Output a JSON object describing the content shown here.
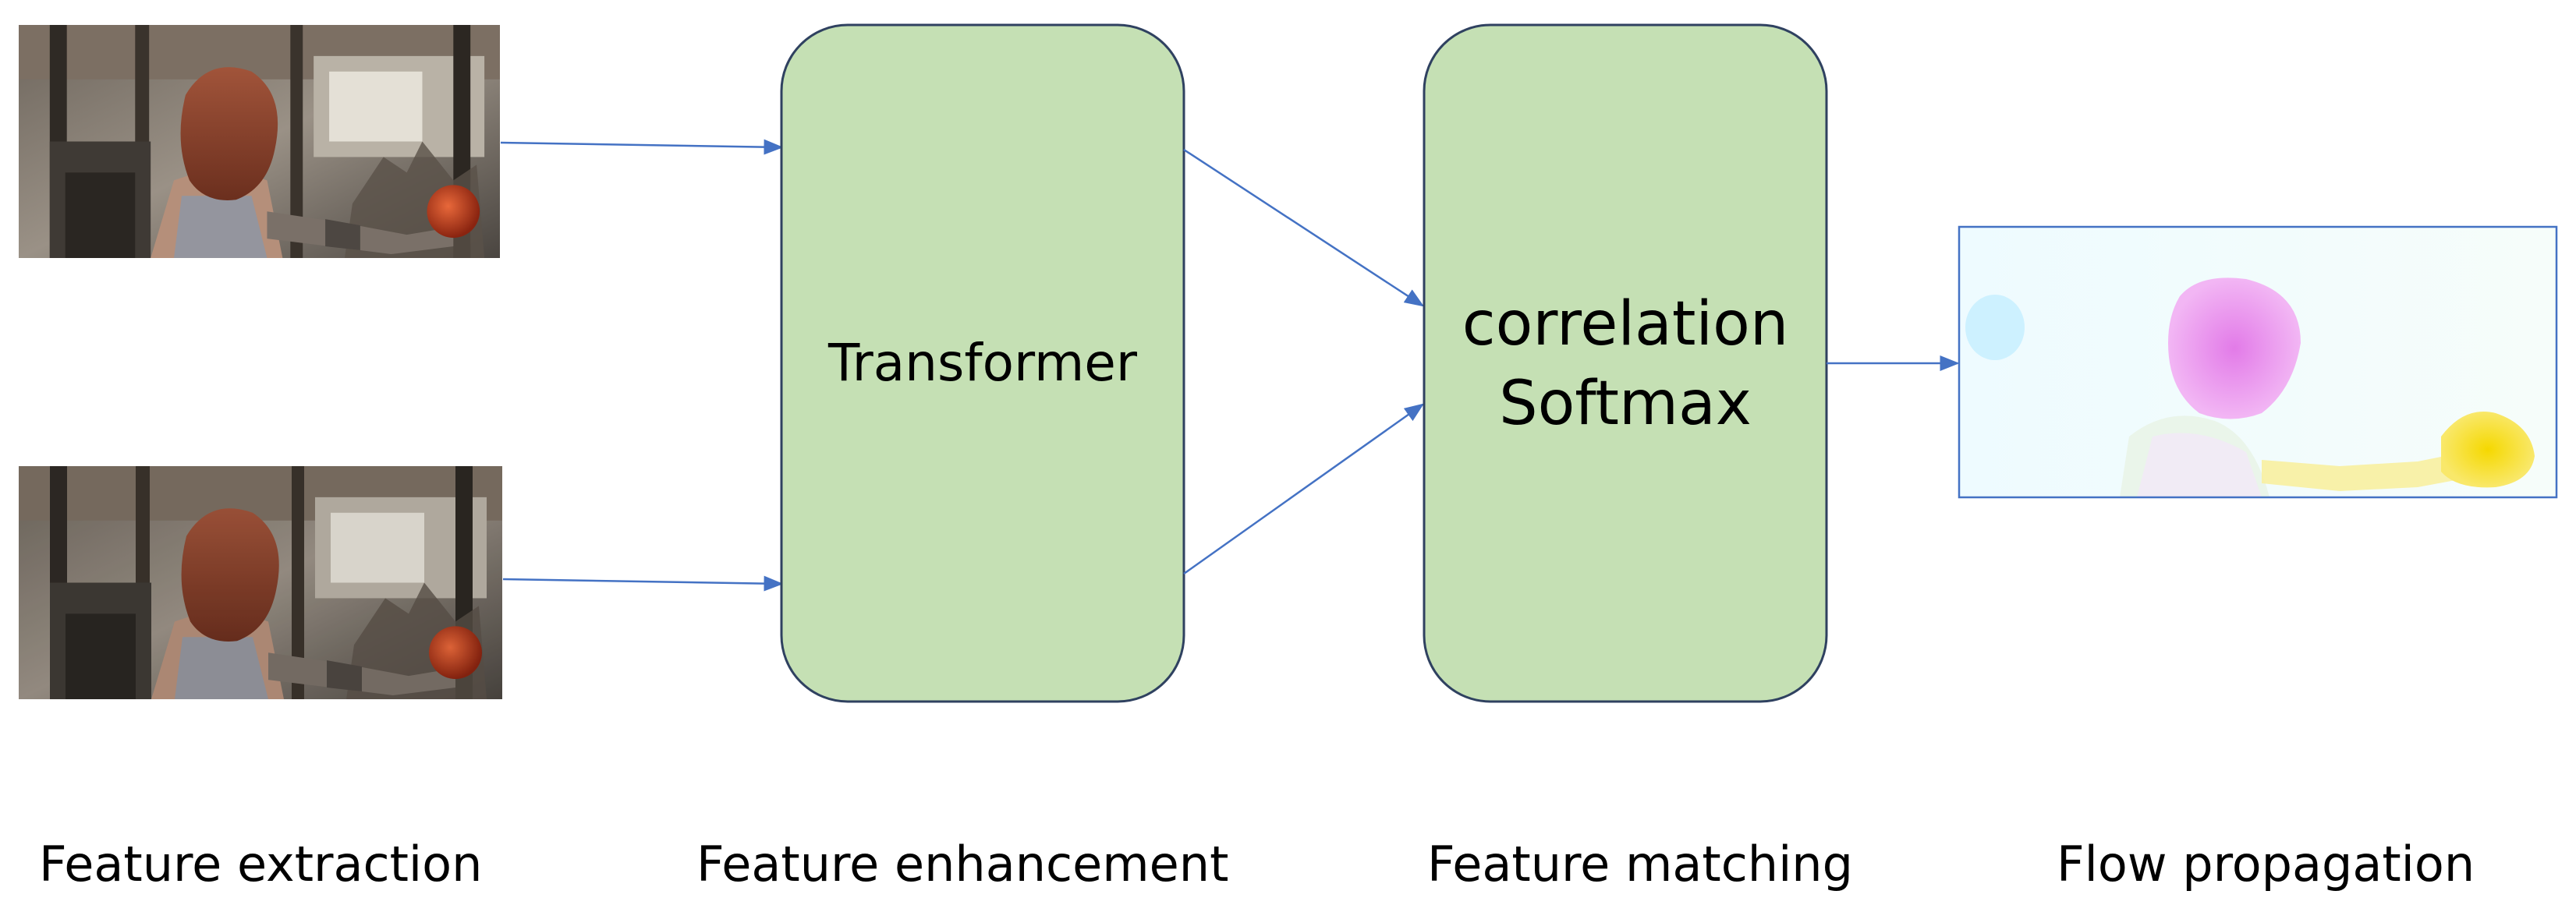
{
  "boxes": {
    "transformer": {
      "label": "Transformer"
    },
    "matching": {
      "line1": "correlation",
      "line2": "Softmax"
    }
  },
  "stages": {
    "extraction": "Feature extraction",
    "enhancement": "Feature enhancement",
    "matching": "Feature matching",
    "propagation": "Flow propagation"
  },
  "colors": {
    "box_fill": "#c5e0b4",
    "box_stroke": "#2f4160",
    "arrow": "#4472c4"
  }
}
